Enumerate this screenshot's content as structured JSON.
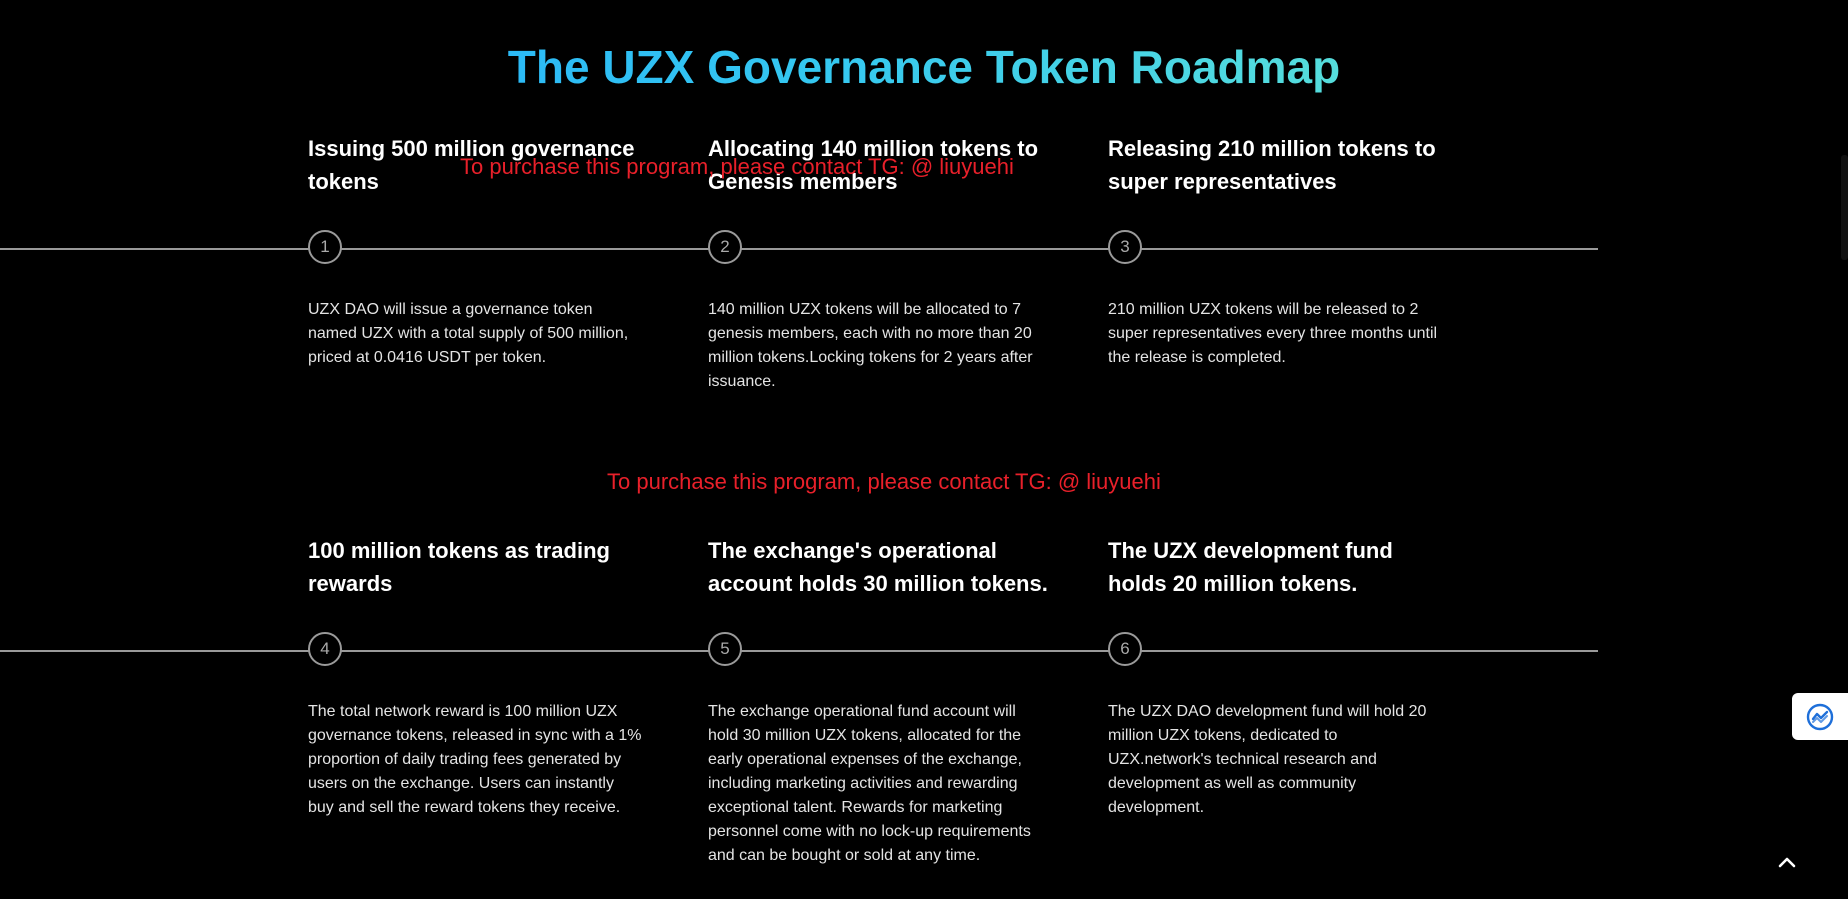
{
  "page": {
    "title": "The UZX Governance Token Roadmap"
  },
  "watermarks": [
    "To purchase this program, please contact TG: @ liuyuehi",
    "To purchase this program, please contact TG: @ liuyuehi"
  ],
  "roadmap": {
    "steps": [
      {
        "number": "1",
        "title": "Issuing 500 million governance tokens",
        "description": "UZX DAO will issue a governance token named UZX with a total supply of 500 million, priced at 0.0416 USDT per token."
      },
      {
        "number": "2",
        "title": "Allocating 140 million tokens to Genesis members",
        "description": "140 million UZX tokens will be allocated to 7 genesis members, each with no more than 20 million tokens.Locking tokens for 2 years after issuance."
      },
      {
        "number": "3",
        "title": "Releasing 210 million tokens to super representatives",
        "description": "210 million UZX tokens will be released to 2 super representatives every three months until the release is completed."
      },
      {
        "number": "4",
        "title": "100 million tokens as trading rewards",
        "description": "The total network reward is 100 million UZX governance tokens, released in sync with a 1% proportion of daily trading fees generated by users on the exchange. Users can instantly buy and sell the reward tokens they receive."
      },
      {
        "number": "5",
        "title": "The exchange's operational account holds 30 million tokens.",
        "description": "The exchange operational fund account will hold 30 million UZX tokens, allocated for the early operational expenses of the exchange, including marketing activities and rewarding exceptional talent. Rewards for marketing personnel come with no lock-up requirements and can be bought or sold at any time."
      },
      {
        "number": "6",
        "title": "The UZX development fund holds 20 million tokens.",
        "description": "The UZX DAO development fund will hold 20 million UZX tokens, dedicated to UZX.network's technical research and development as well as community development."
      }
    ]
  },
  "colors": {
    "background": "#000000",
    "title_gradient_start": "#1ea5ff",
    "title_gradient_end": "#76f2c8",
    "watermark": "#e8202a",
    "timeline": "#9a9a9a"
  },
  "icons": {
    "float_widget": "service-logo-icon",
    "scroll_top": "chevron-up-icon"
  }
}
